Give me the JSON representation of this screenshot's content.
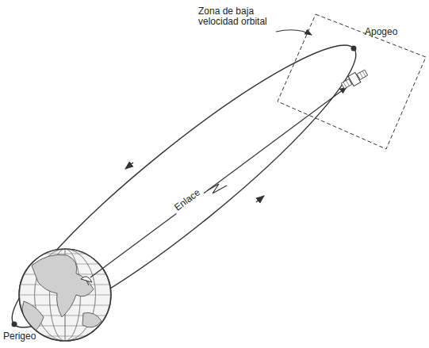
{
  "diagram": {
    "labels": [
      "Zona de baja velocidad orbital",
      "Apogeo",
      "Enlace",
      "Perigeo"
    ]
  }
}
